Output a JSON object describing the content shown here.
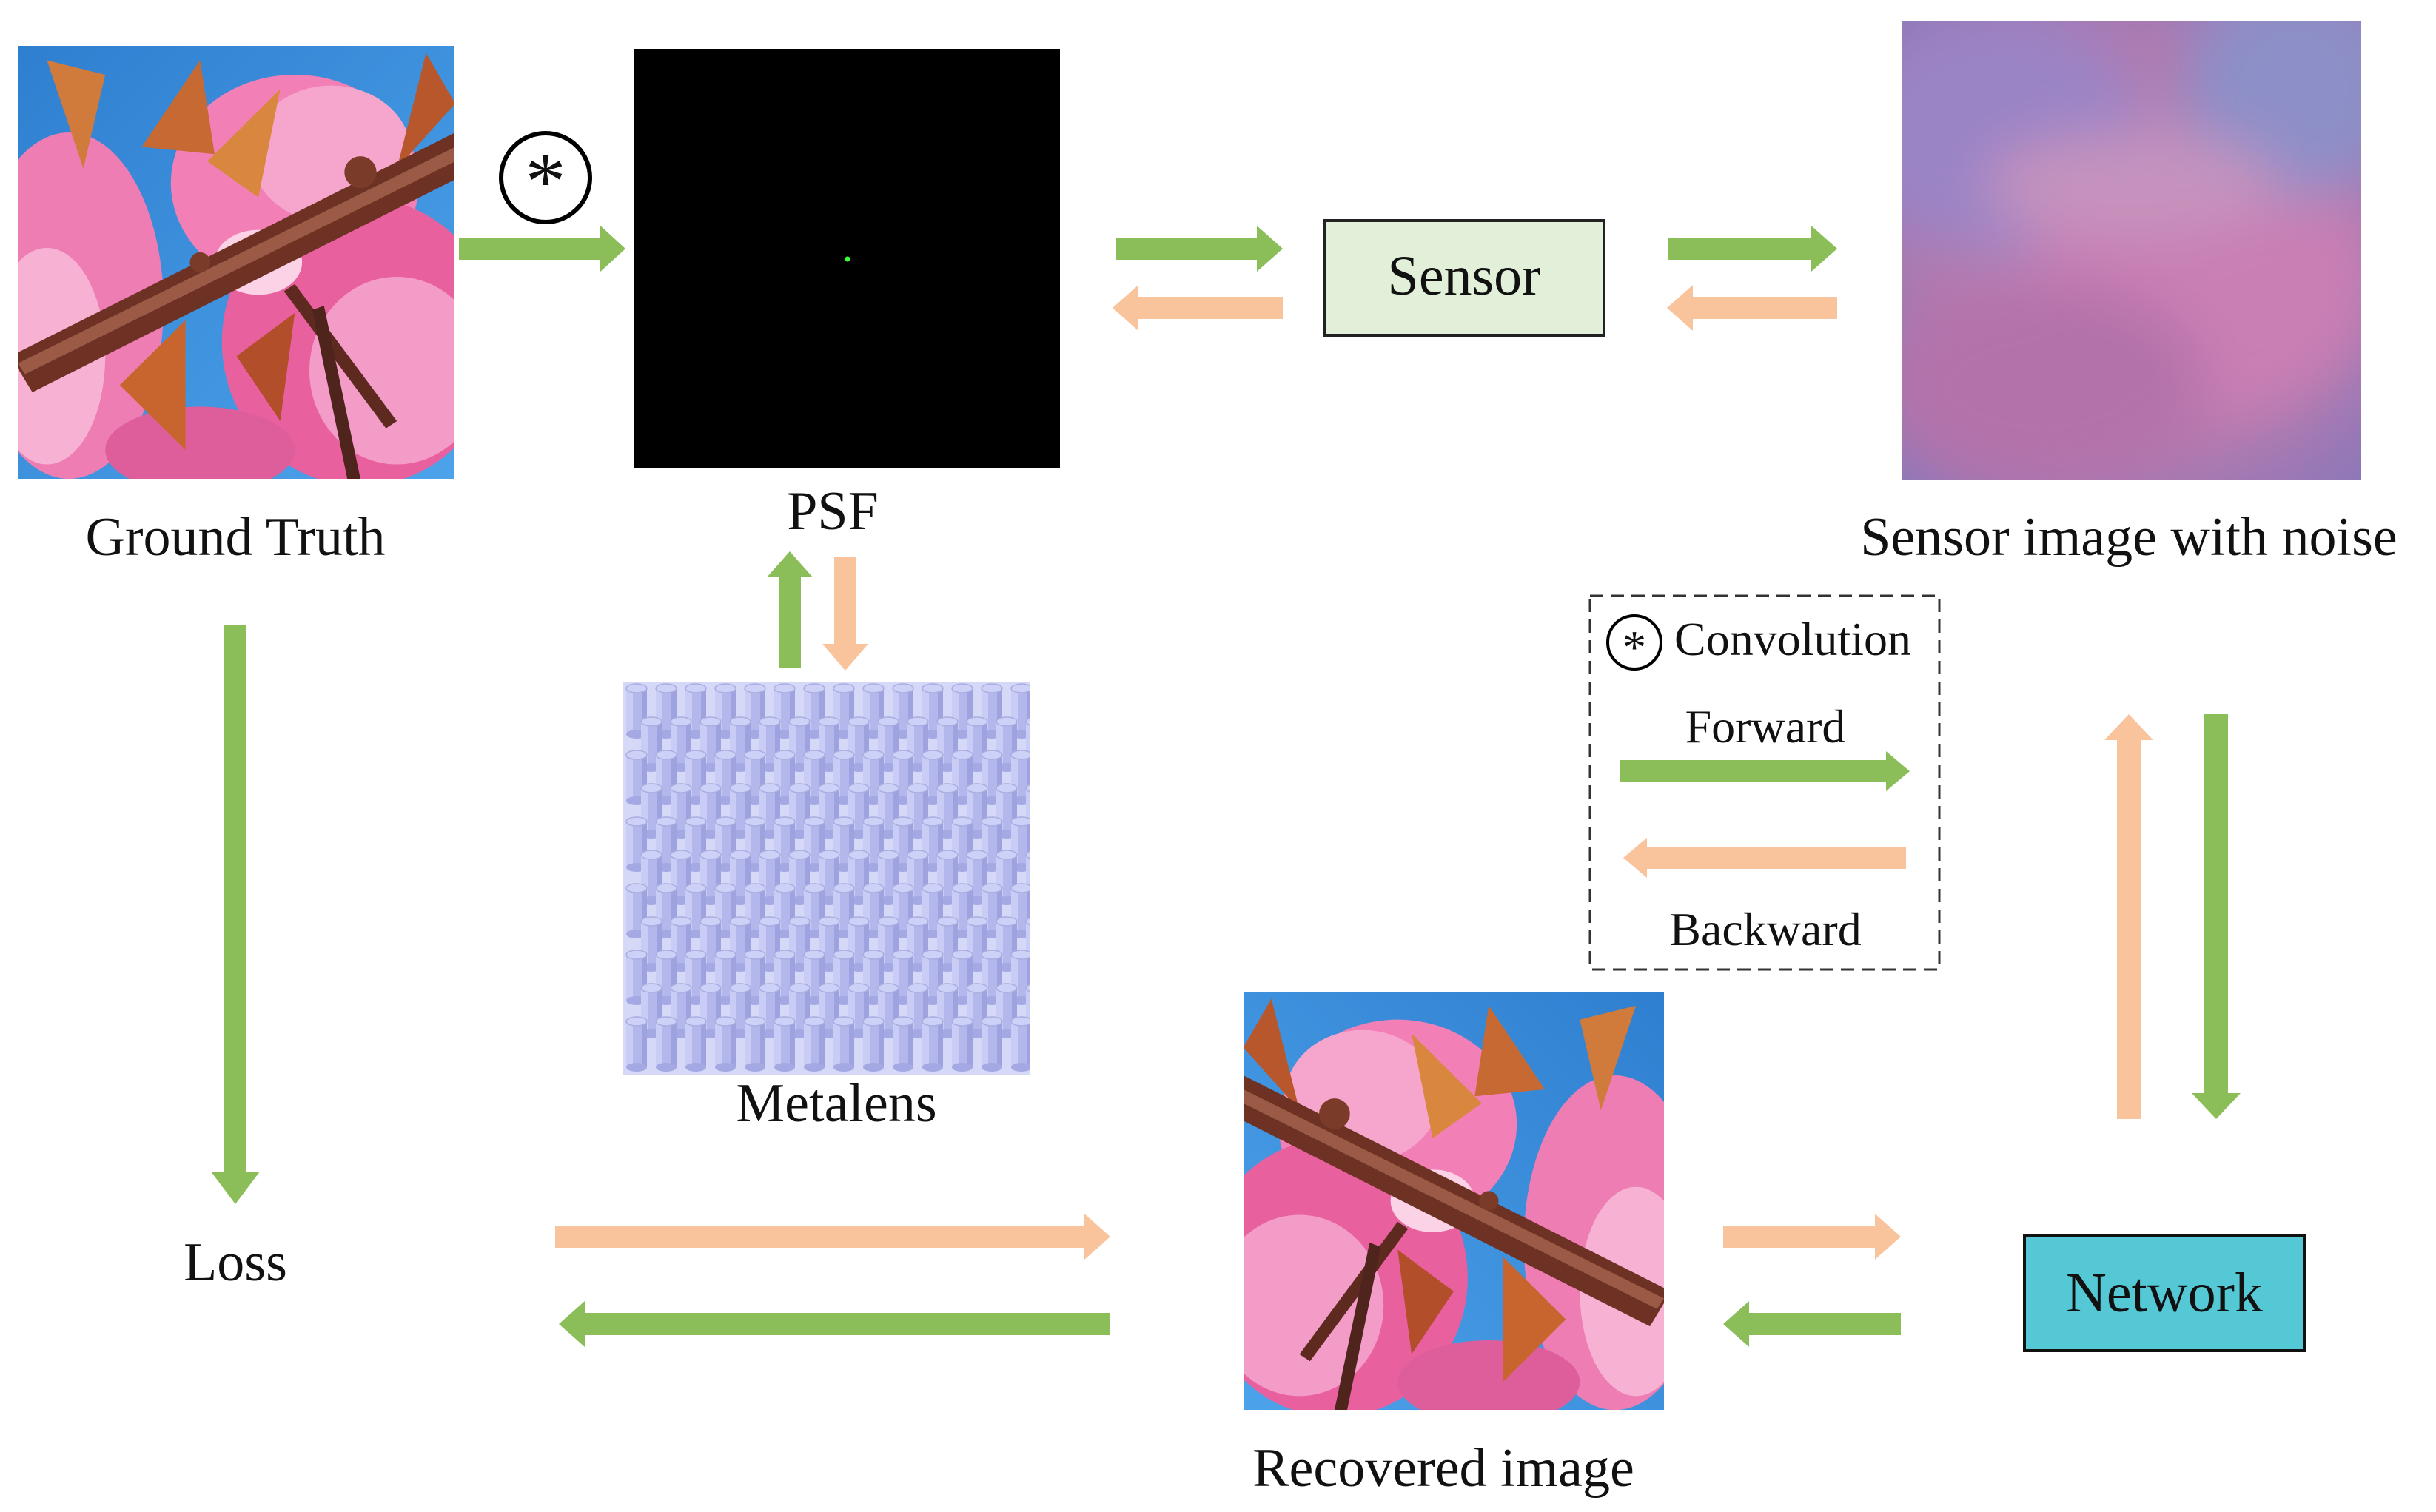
{
  "labels": {
    "ground_truth": "Ground Truth",
    "psf": "PSF",
    "sensor": "Sensor",
    "sensor_image": "Sensor image with noise",
    "metalens": "Metalens",
    "loss": "Loss",
    "recovered": "Recovered image",
    "network": "Network"
  },
  "legend": {
    "convolution_symbol": "*",
    "convolution": "Convolution",
    "forward": "Forward",
    "backward": "Backward"
  },
  "operator_symbol": "*",
  "colors": {
    "forward": "#8bbd58",
    "backward": "#f9c49b",
    "sensor_box": "#e2f0d9",
    "network_box": "#55c8d6",
    "psf_bg": "#000000",
    "psf_dot": "#39ff39",
    "metalens_bg": "#d6d8f7",
    "pillar_body": "#b3b7ec",
    "pillar_top": "#ced1f7"
  }
}
